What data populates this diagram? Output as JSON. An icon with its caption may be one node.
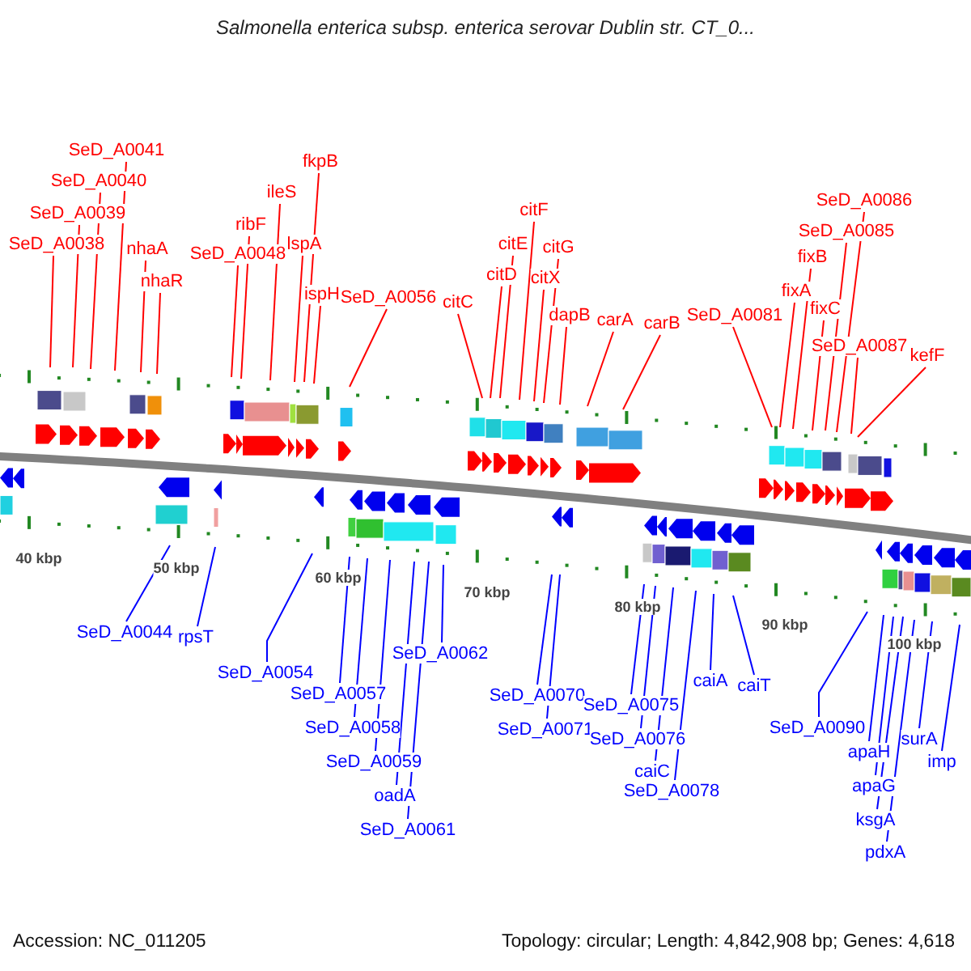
{
  "diagram": {
    "title": "Salmonella enterica subsp. enterica serovar Dublin str. CT_0...",
    "nodes": [
      {
        "text": [
          "SeD_A0038"
        ]
      },
      {
        "text": [
          "SeD_A0039"
        ]
      },
      {
        "text": [
          "SeD_A0040"
        ]
      },
      {
        "text": [
          "SeD_A0041"
        ]
      },
      {
        "text": [
          "nhaA"
        ]
      },
      {
        "text": [
          "nhaR"
        ]
      },
      {
        "text": [
          "SeD_A0048"
        ]
      },
      {
        "text": [
          "ribF"
        ]
      },
      {
        "text": [
          "ileS"
        ]
      },
      {
        "text": [
          "fkpB"
        ]
      },
      {
        "text": [
          "lspA"
        ]
      },
      {
        "text": [
          "ispH"
        ]
      },
      {
        "text": [
          "SeD_A0056"
        ]
      },
      {
        "text": [
          "citC"
        ]
      },
      {
        "text": [
          "citD"
        ]
      },
      {
        "text": [
          "citE"
        ]
      },
      {
        "text": [
          "citF"
        ]
      },
      {
        "text": [
          "citX"
        ]
      },
      {
        "text": [
          "citG"
        ]
      },
      {
        "text": [
          "dapB"
        ]
      },
      {
        "text": [
          "carA"
        ]
      },
      {
        "text": [
          "carB"
        ]
      },
      {
        "text": [
          "SeD_A0081"
        ]
      },
      {
        "text": [
          "fixA"
        ]
      },
      {
        "text": [
          "fixB"
        ]
      },
      {
        "text": [
          "fixC"
        ]
      },
      {
        "text": [
          "SeD_A0085"
        ]
      },
      {
        "text": [
          "SeD_A0086"
        ]
      },
      {
        "text": [
          "SeD_A0087"
        ]
      },
      {
        "text": [
          "kefF"
        ]
      },
      {
        "text": [
          "SeD_A0044"
        ]
      },
      {
        "text": [
          "rpsT"
        ]
      },
      {
        "text": [
          "SeD_A0054"
        ]
      },
      {
        "text": [
          "SeD_A0057"
        ]
      },
      {
        "text": [
          "SeD_A0058"
        ]
      },
      {
        "text": [
          "SeD_A0059"
        ]
      },
      {
        "text": [
          "oadA"
        ]
      },
      {
        "text": [
          "SeD_A0061"
        ]
      },
      {
        "text": [
          "SeD_A0062"
        ]
      },
      {
        "text": [
          "SeD_A0070"
        ]
      },
      {
        "text": [
          "SeD_A0071"
        ]
      },
      {
        "text": [
          "SeD_A0075"
        ]
      },
      {
        "text": [
          "SeD_A0076"
        ]
      },
      {
        "text": [
          "caiC"
        ]
      },
      {
        "text": [
          "SeD_A0078"
        ]
      },
      {
        "text": [
          "caiA"
        ]
      },
      {
        "text": [
          "caiT"
        ]
      },
      {
        "text": [
          "SeD_A0090"
        ]
      },
      {
        "text": [
          "apaH"
        ]
      },
      {
        "text": [
          "apaG"
        ]
      },
      {
        "text": [
          "ksgA"
        ]
      },
      {
        "text": [
          "pdxA"
        ]
      },
      {
        "text": [
          "surA"
        ]
      },
      {
        "text": [
          "imp"
        ]
      }
    ],
    "edges": [
      {
        "from": 0,
        "to": null,
        "arrow": "none"
      },
      {
        "from": 1,
        "to": null,
        "arrow": "none"
      },
      {
        "from": 2,
        "to": null,
        "arrow": "none"
      },
      {
        "from": 3,
        "to": null,
        "arrow": "none"
      },
      {
        "from": 4,
        "to": null,
        "arrow": "none"
      },
      {
        "from": 5,
        "to": null,
        "arrow": "none"
      },
      {
        "from": 6,
        "to": null,
        "arrow": "none"
      },
      {
        "from": 7,
        "to": null,
        "arrow": "none"
      },
      {
        "from": 8,
        "to": null,
        "arrow": "none"
      },
      {
        "from": 9,
        "to": null,
        "arrow": "none"
      },
      {
        "from": 10,
        "to": null,
        "arrow": "none"
      },
      {
        "from": 11,
        "to": null,
        "arrow": "none"
      },
      {
        "from": 12,
        "to": null,
        "arrow": "none"
      },
      {
        "from": 13,
        "to": null,
        "arrow": "none"
      },
      {
        "from": 14,
        "to": null,
        "arrow": "none"
      },
      {
        "from": 15,
        "to": null,
        "arrow": "none"
      },
      {
        "from": 16,
        "to": null,
        "arrow": "none"
      },
      {
        "from": 17,
        "to": null,
        "arrow": "none"
      },
      {
        "from": 18,
        "to": null,
        "arrow": "none"
      },
      {
        "from": 19,
        "to": null,
        "arrow": "none"
      },
      {
        "from": 20,
        "to": null,
        "arrow": "none"
      },
      {
        "from": 21,
        "to": null,
        "arrow": "none"
      },
      {
        "from": 22,
        "to": null,
        "arrow": "none"
      },
      {
        "from": 23,
        "to": null,
        "arrow": "none"
      },
      {
        "from": 24,
        "to": null,
        "arrow": "none"
      },
      {
        "from": 25,
        "to": null,
        "arrow": "none"
      },
      {
        "from": 26,
        "to": null,
        "arrow": "none"
      },
      {
        "from": 27,
        "to": null,
        "arrow": "none"
      },
      {
        "from": 28,
        "to": null,
        "arrow": "none"
      },
      {
        "from": 29,
        "to": null,
        "arrow": "none"
      },
      {
        "from": 30,
        "to": null,
        "arrow": "none",
        "color": "#0000ff"
      },
      {
        "from": 31,
        "to": null,
        "arrow": "none",
        "color": "#0000ff"
      },
      {
        "from": 32,
        "to": null,
        "arrow": "none",
        "color": "#0000ff"
      },
      {
        "from": 33,
        "to": null,
        "arrow": "none",
        "color": "#0000ff"
      },
      {
        "from": 34,
        "to": null,
        "arrow": "none",
        "color": "#0000ff"
      },
      {
        "from": 35,
        "to": null,
        "arrow": "none",
        "color": "#0000ff"
      },
      {
        "from": 36,
        "to": null,
        "arrow": "none",
        "color": "#0000ff"
      },
      {
        "from": 37,
        "to": null,
        "arrow": "none",
        "color": "#0000ff"
      },
      {
        "from": 38,
        "to": null,
        "arrow": "none",
        "color": "#0000ff"
      },
      {
        "from": 39,
        "to": null,
        "arrow": "none",
        "color": "#0000ff"
      },
      {
        "from": 40,
        "to": null,
        "arrow": "none",
        "color": "#0000ff"
      },
      {
        "from": 41,
        "to": null,
        "arrow": "none",
        "color": "#0000ff"
      },
      {
        "from": 42,
        "to": null,
        "arrow": "none",
        "color": "#0000ff"
      },
      {
        "from": 43,
        "to": null,
        "arrow": "none",
        "color": "#0000ff"
      },
      {
        "from": 44,
        "to": null,
        "arrow": "none",
        "color": "#0000ff"
      },
      {
        "from": 45,
        "to": null,
        "arrow": "none",
        "color": "#0000ff"
      },
      {
        "from": 46,
        "to": null,
        "arrow": "none",
        "color": "#0000ff"
      },
      {
        "from": 47,
        "to": null,
        "arrow": "none",
        "color": "#0000ff"
      },
      {
        "from": 48,
        "to": null,
        "arrow": "none",
        "color": "#0000ff"
      },
      {
        "from": 49,
        "to": null,
        "arrow": "none",
        "color": "#0000ff"
      },
      {
        "from": 50,
        "to": null,
        "arrow": "none",
        "color": "#0000ff"
      },
      {
        "from": 51,
        "to": null,
        "arrow": "none",
        "color": "#0000ff"
      },
      {
        "from": 52,
        "to": null,
        "arrow": "none",
        "color": "#0000ff"
      },
      {
        "from": 53,
        "to": null,
        "arrow": "none",
        "color": "#0000ff"
      }
    ],
    "labels": [
      "40 kbp",
      "50 kbp",
      "60 kbp",
      "70 kbp",
      "80 kbp",
      "90 kbp",
      "100 kbp",
      "Accession: NC_011205",
      "Topology: circular; Length: 4,842,908 bp; Genes: 4,618"
    ]
  }
}
